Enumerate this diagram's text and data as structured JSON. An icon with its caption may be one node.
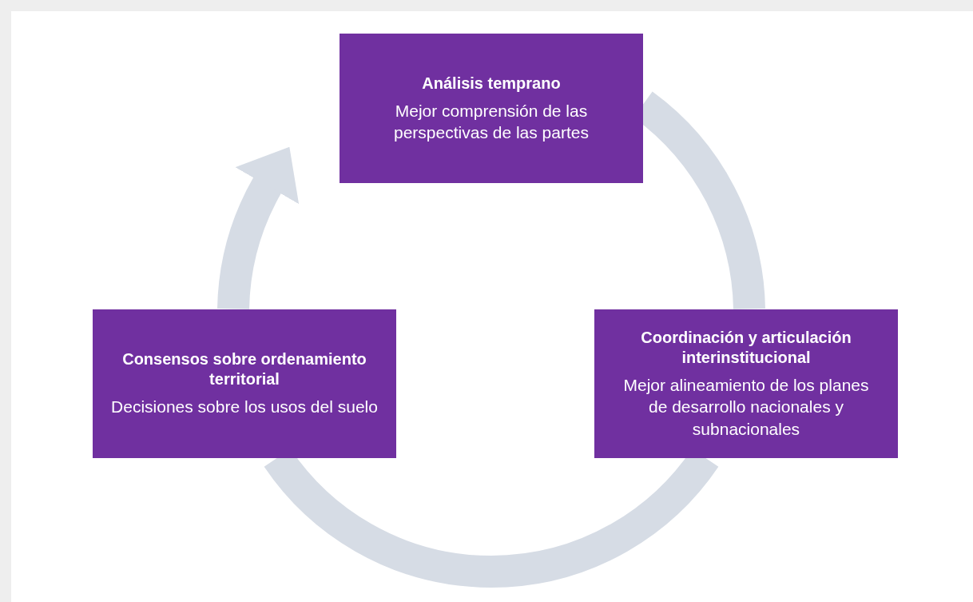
{
  "diagram": {
    "nodes": [
      {
        "text": [
          "Análisis temprano",
          "Mejor comprensión de las perspectivas de las partes"
        ]
      },
      {
        "text": [
          "Consensos sobre ordenamiento territorial",
          "Decisiones sobre los usos del suelo"
        ]
      },
      {
        "text": [
          "Coordinación y articulación interinstitucional",
          "Mejor alineamiento de los planes de desarrollo nacionales y subnacionales"
        ]
      }
    ],
    "edges": [
      {
        "from": 0,
        "to": 2,
        "arrow": "none"
      },
      {
        "from": 2,
        "to": 1,
        "arrow": "none"
      },
      {
        "from": 1,
        "to": 0,
        "arrow": "to"
      }
    ]
  }
}
